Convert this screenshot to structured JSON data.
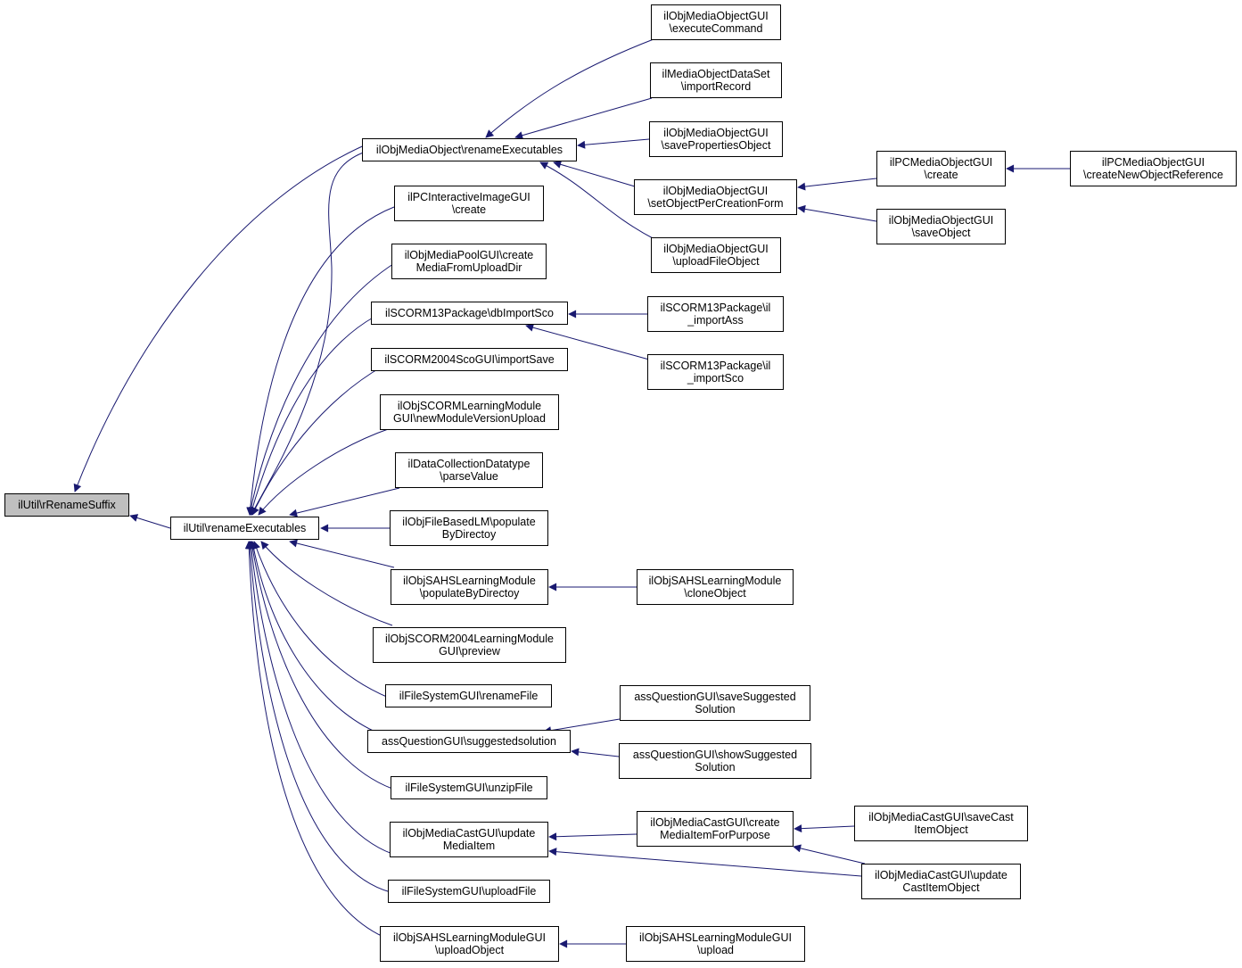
{
  "colors": {
    "edge": "#191970",
    "node_border": "#000000",
    "focus_fill": "#bfbfbf",
    "node_fill": "#ffffff"
  },
  "nodes": {
    "rsuffix": {
      "lines": [
        "ilUtil\\rRenameSuffix"
      ],
      "focus": true
    },
    "renexe": {
      "lines": [
        "ilUtil\\renameExecutables"
      ]
    },
    "omo_ren": {
      "lines": [
        "ilObjMediaObject\\renameExecutables"
      ]
    },
    "pcii_create": {
      "lines": [
        "ilPCInteractiveImageGUI",
        "\\create"
      ]
    },
    "mpool": {
      "lines": [
        "ilObjMediaPoolGUI\\create",
        "MediaFromUploadDir"
      ]
    },
    "scorm13_db": {
      "lines": [
        "ilSCORM13Package\\dbImportSco"
      ]
    },
    "scorm2004sco": {
      "lines": [
        "ilSCORM2004ScoGUI\\importSave"
      ]
    },
    "scorm_lm": {
      "lines": [
        "ilObjSCORMLearningModule",
        "GUI\\newModuleVersionUpload"
      ]
    },
    "datacoll": {
      "lines": [
        "ilDataCollectionDatatype",
        "\\parseValue"
      ]
    },
    "filebased": {
      "lines": [
        "ilObjFileBasedLM\\populate",
        "ByDirectoy"
      ]
    },
    "sahs_pop": {
      "lines": [
        "ilObjSAHSLearningModule",
        "\\populateByDirectoy"
      ]
    },
    "scorm2004lm": {
      "lines": [
        "ilObjSCORM2004LearningModule",
        "GUI\\preview"
      ]
    },
    "fs_rename": {
      "lines": [
        "ilFileSystemGUI\\renameFile"
      ]
    },
    "aq_sugg": {
      "lines": [
        "assQuestionGUI\\suggestedsolution"
      ]
    },
    "fs_unzip": {
      "lines": [
        "ilFileSystemGUI\\unzipFile"
      ]
    },
    "mc_update": {
      "lines": [
        "ilObjMediaCastGUI\\update",
        "MediaItem"
      ]
    },
    "fs_upload": {
      "lines": [
        "ilFileSystemGUI\\uploadFile"
      ]
    },
    "sahsgui_up": {
      "lines": [
        "ilObjSAHSLearningModuleGUI",
        "\\uploadObject"
      ]
    },
    "omo_exec": {
      "lines": [
        "ilObjMediaObjectGUI",
        "\\executeCommand"
      ]
    },
    "mods_import": {
      "lines": [
        "ilMediaObjectDataSet",
        "\\importRecord"
      ]
    },
    "omo_saveprop": {
      "lines": [
        "ilObjMediaObjectGUI",
        "\\savePropertiesObject"
      ]
    },
    "omo_setper": {
      "lines": [
        "ilObjMediaObjectGUI",
        "\\setObjectPerCreationForm"
      ]
    },
    "omo_upload": {
      "lines": [
        "ilObjMediaObjectGUI",
        "\\uploadFileObject"
      ]
    },
    "s13_ass": {
      "lines": [
        "ilSCORM13Package\\il",
        "_importAss"
      ]
    },
    "s13_sco": {
      "lines": [
        "ilSCORM13Package\\il",
        "_importSco"
      ]
    },
    "sahs_clone": {
      "lines": [
        "ilObjSAHSLearningModule",
        "\\cloneObject"
      ]
    },
    "aq_save": {
      "lines": [
        "assQuestionGUI\\saveSuggested",
        "Solution"
      ]
    },
    "aq_show": {
      "lines": [
        "assQuestionGUI\\showSuggested",
        "Solution"
      ]
    },
    "mc_createmi": {
      "lines": [
        "ilObjMediaCastGUI\\create",
        "MediaItemForPurpose"
      ]
    },
    "sahsgui_upl": {
      "lines": [
        "ilObjSAHSLearningModuleGUI",
        "\\upload"
      ]
    },
    "pcmo_create": {
      "lines": [
        "ilPCMediaObjectGUI",
        "\\create"
      ]
    },
    "omo_saveobj": {
      "lines": [
        "ilObjMediaObjectGUI",
        "\\saveObject"
      ]
    },
    "mc_savecast": {
      "lines": [
        "ilObjMediaCastGUI\\saveCast",
        "ItemObject"
      ]
    },
    "mc_updcast": {
      "lines": [
        "ilObjMediaCastGUI\\update",
        "CastItemObject"
      ]
    },
    "pcmo_newref": {
      "lines": [
        "ilPCMediaObjectGUI",
        "\\createNewObjectReference"
      ]
    }
  }
}
